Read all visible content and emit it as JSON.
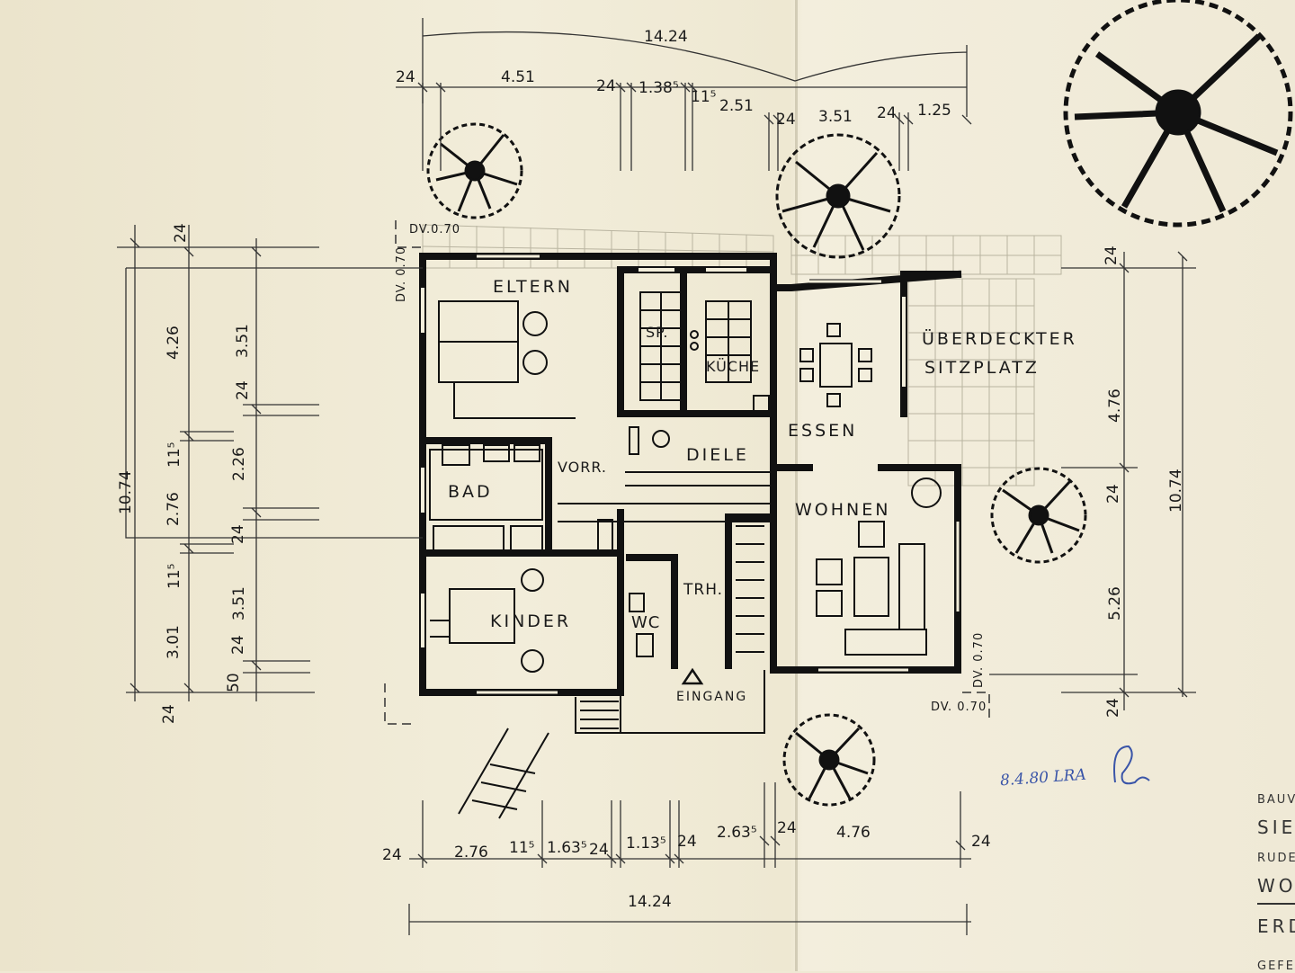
{
  "rooms": {
    "eltern": "ELTERN",
    "sp": "SP.",
    "kueche": "KÜCHE",
    "ueberdeckter": "ÜBERDECKTER",
    "sitzplatz": "SITZPLATZ",
    "essen": "ESSEN",
    "diele": "DIELE",
    "vorr": "VORR.",
    "bad": "BAD",
    "wohnen": "WOHNEN",
    "kinder": "KINDER",
    "wc": "WC",
    "trh": "TRH.",
    "eingang": "EINGANG"
  },
  "notes": {
    "dv_top": "DV.0.70",
    "dv_left": "DV. 0.70",
    "dv_right": "DV. 0.70",
    "dv_bottom": "DV. 0.70"
  },
  "dims_top": {
    "total": "14.24",
    "d1": "24",
    "d2": "4.51",
    "d3": "24",
    "d4": "1.38⁵",
    "d5": "11⁵",
    "d6": "2.51",
    "d7": "24",
    "d8": "3.51",
    "d9": "24",
    "d10": "1.25"
  },
  "dims_bottom": {
    "total": "14.24",
    "d1": "24",
    "d2": "2.76",
    "d3": "11⁵",
    "d4": "1.63⁵",
    "d5": "24",
    "d6": "1.13⁵",
    "d7": "24",
    "d8": "2.63⁵",
    "d9": "24",
    "d10": "4.76",
    "d11": "24"
  },
  "dims_left": {
    "total": "10.74",
    "a1": "24",
    "a2": "4.26",
    "a3": "11⁵",
    "a4": "2.76",
    "a5": "11⁵",
    "a6": "3.01",
    "a7": "24",
    "b1": "3.51",
    "b2": "24",
    "b3": "2.26",
    "b4": "24",
    "b5": "3.51",
    "b6": "24",
    "b7": "50"
  },
  "dims_right": {
    "total": "10.74",
    "c1": "24",
    "c2": "4.76",
    "c3": "24",
    "c4": "5.26",
    "c5": "24"
  },
  "annotation": "8.4.80 LRA",
  "title_block": {
    "l1": "BAUV",
    "l2": "SIE",
    "l3": "RUDE",
    "l4": "WO",
    "l5": "ERD",
    "l6": "GEFE"
  }
}
